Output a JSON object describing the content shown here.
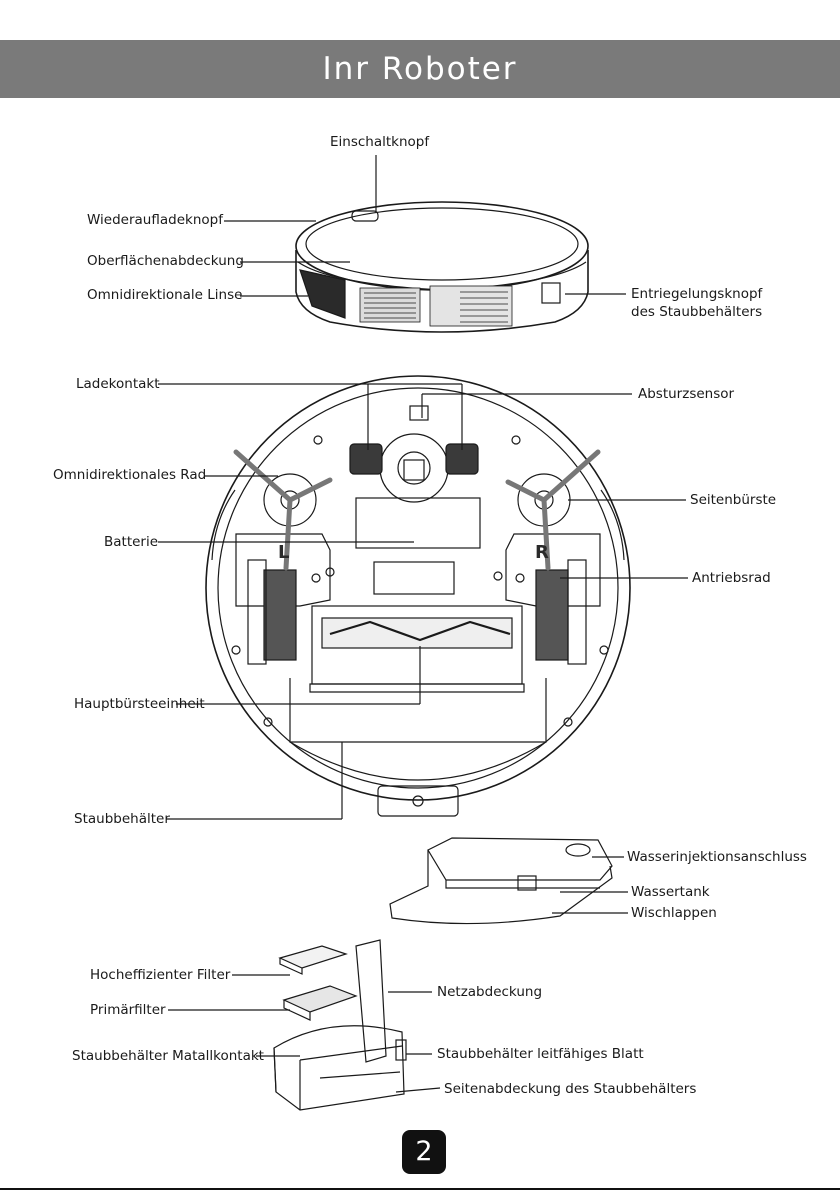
{
  "header": {
    "title": "Inr Roboter"
  },
  "labels": {
    "power_button": "Einschaltknopf",
    "recharge_button": "Wiederaufladeknopf",
    "surface_cover": "Oberflächenabdeckung",
    "omni_lens": "Omnidirektionale Linse",
    "bin_release_line1": "Entriegelungsknopf",
    "bin_release_line2": "des Staubbehälters",
    "charge_contact": "Ladekontakt",
    "cliff_sensor": "Absturzsensor",
    "omni_wheel": "Omnidirektionales Rad",
    "side_brush": "Seitenbürste",
    "battery": "Batterie",
    "drive_wheel": "Antriebsrad",
    "main_brush": "Hauptbürsteeinheit",
    "dust_bin": "Staubbehälter",
    "water_inlet": "Wasserinjektionsanschluss",
    "water_tank": "Wassertank",
    "mop": "Wischlappen",
    "hepa_filter": "Hocheffizienter Filter",
    "primary_filter": "Primärfilter",
    "mesh_cover": "Netzabdeckung",
    "bin_metal_contact": "Staubbehälter Matallkontakt",
    "bin_conductive_sheet": "Staubbehälter leitfähiges Blatt",
    "bin_side_cover": "Seitenabdeckung des Staubbehälters"
  },
  "wheel_marks": {
    "left": "L",
    "right": "R"
  },
  "page_number": "2",
  "colors": {
    "banner": "#7a7a7a",
    "line": "#1a1a1a",
    "page_badge": "#111111"
  }
}
